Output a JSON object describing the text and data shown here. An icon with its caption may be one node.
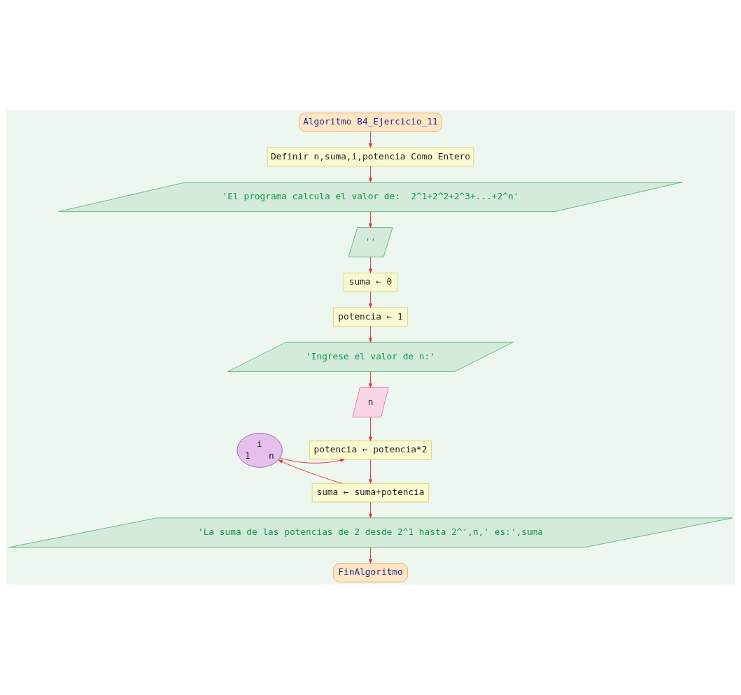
{
  "diagram": {
    "nodes": [
      {
        "text": [
          "Algoritmo B4_Ejercicio_11"
        ]
      },
      {
        "text": [
          "Definir n,suma,i,potencia Como Entero"
        ]
      },
      {
        "text": [
          "'El programa calcula el valor de:  2^1+2^2+2^3+...+2^n'"
        ]
      },
      {
        "text": [
          "''"
        ]
      },
      {
        "text": [
          "suma ← 0"
        ]
      },
      {
        "text": [
          "potencia ← 1"
        ]
      },
      {
        "text": [
          "'Ingrese el valor de n:'"
        ]
      },
      {
        "text": [
          "n"
        ]
      },
      {
        "text": [
          "i",
          "1",
          "n"
        ]
      },
      {
        "text": [
          "potencia ← potencia*2"
        ]
      },
      {
        "text": [
          "suma ← suma+potencia"
        ]
      },
      {
        "text": [
          "'La suma de las potencias de 2 desde 2^1 hasta 2^',n,' es:',suma"
        ]
      },
      {
        "text": [
          "FinAlgoritmo"
        ]
      }
    ],
    "edges": [
      {
        "from": 0,
        "to": 1,
        "arrow": "to"
      },
      {
        "from": 1,
        "to": 2,
        "arrow": "to"
      },
      {
        "from": 2,
        "to": 3,
        "arrow": "to"
      },
      {
        "from": 3,
        "to": 4,
        "arrow": "to"
      },
      {
        "from": 4,
        "to": 5,
        "arrow": "to"
      },
      {
        "from": 5,
        "to": 6,
        "arrow": "to"
      },
      {
        "from": 6,
        "to": 7,
        "arrow": "to"
      },
      {
        "from": 7,
        "to": 9,
        "arrow": "to"
      },
      {
        "from": 8,
        "to": 9,
        "arrow": "to"
      },
      {
        "from": 9,
        "to": 10,
        "arrow": "to"
      },
      {
        "from": 10,
        "to": 8,
        "arrow": "to"
      },
      {
        "from": 10,
        "to": 11,
        "arrow": "to"
      },
      {
        "from": 11,
        "to": 12,
        "arrow": "to"
      }
    ]
  }
}
